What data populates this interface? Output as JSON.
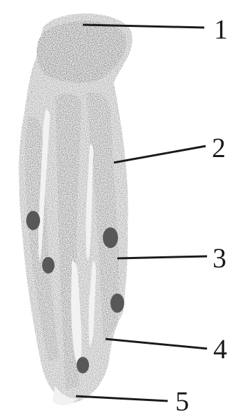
{
  "diagram": {
    "subject": "animal-foot-specimen",
    "ink_color": "#1a1a1a",
    "specimen_color": "#7a7a7a",
    "callouts": [
      {
        "label": "1"
      },
      {
        "label": "2"
      },
      {
        "label": "3"
      },
      {
        "label": "4"
      },
      {
        "label": "5"
      }
    ]
  }
}
